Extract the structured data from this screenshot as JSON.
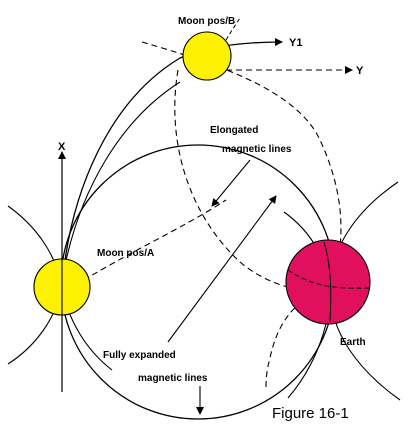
{
  "labels": {
    "moon_b": "Moon pos/B",
    "moon_a": "Moon pos/A",
    "axis_x": "X",
    "axis_y": "Y",
    "axis_y1": "Y1",
    "elongated_line1": "Elongated",
    "elongated_line2": "magnetic lines",
    "expanded_line1": "Fully expanded",
    "expanded_line2": "magnetic lines",
    "earth": "Earth",
    "caption": "Figure 16-1"
  },
  "colors": {
    "moon": "#fff200",
    "earth": "#e0105e",
    "line": "#000000"
  }
}
